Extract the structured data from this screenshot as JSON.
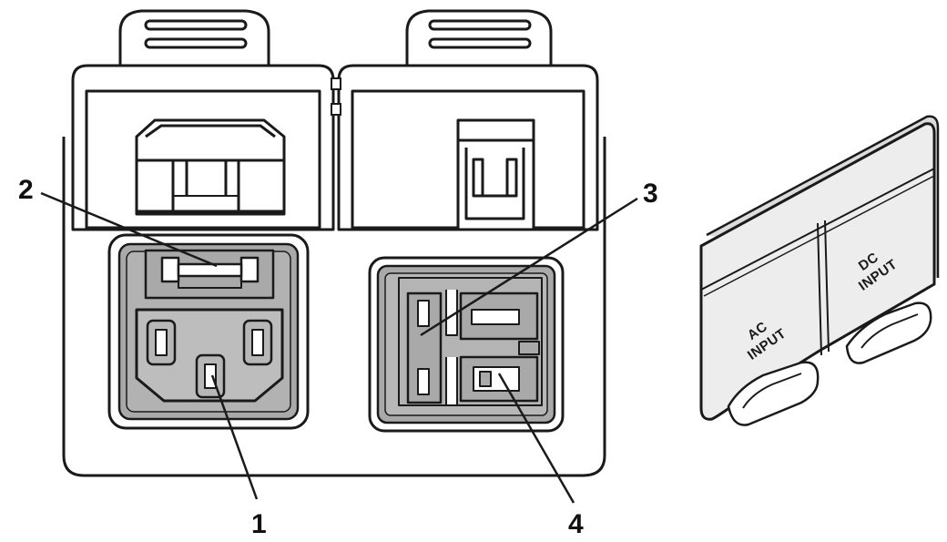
{
  "callouts": {
    "c1": "1",
    "c2": "2",
    "c3": "3",
    "c4": "4"
  },
  "cover": {
    "ac_line1": "AC",
    "ac_line2": "INPUT",
    "dc_line1": "DC",
    "dc_line2": "INPUT"
  },
  "colors": {
    "outline": "#1a1a1a",
    "recess": "#a9a9a9",
    "recess_dark": "#8f8f8f",
    "cover_face": "#ededed"
  }
}
